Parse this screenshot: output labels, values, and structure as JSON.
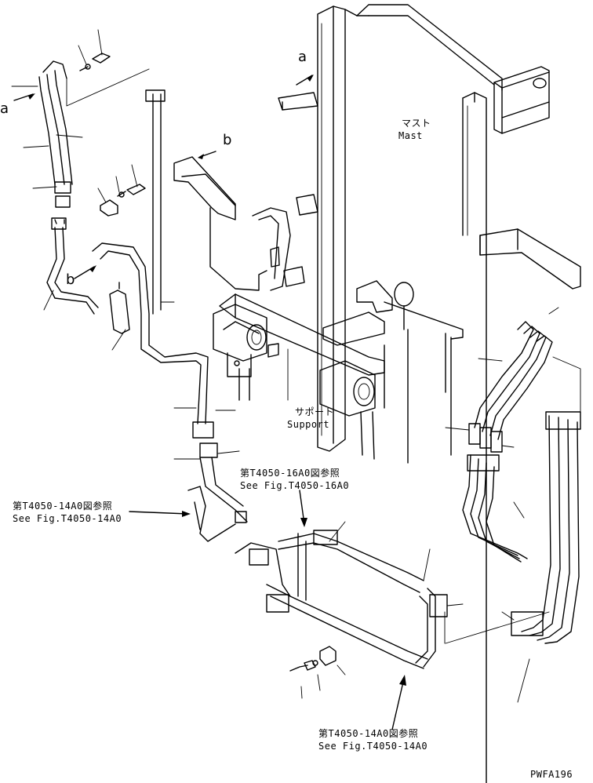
{
  "labels": {
    "arrow_a_left": "a",
    "arrow_a_top": "a",
    "arrow_b_top": "b",
    "arrow_b_left": "b",
    "mast_jp": "マスト",
    "mast_en": "Mast",
    "support_jp": "サポート",
    "support_en": "Support",
    "ref_16a0_jp": "第T4050-16A0図参照",
    "ref_16a0_en": "See Fig.T4050-16A0",
    "ref_14a0_left_jp": "第T4050-14A0図参照",
    "ref_14a0_left_en": "See Fig.T4050-14A0",
    "ref_14a0_bottom_jp": "第T4050-14A0図参照",
    "ref_14a0_bottom_en": "See Fig.T4050-14A0",
    "drawing_code": "PWFA196"
  }
}
